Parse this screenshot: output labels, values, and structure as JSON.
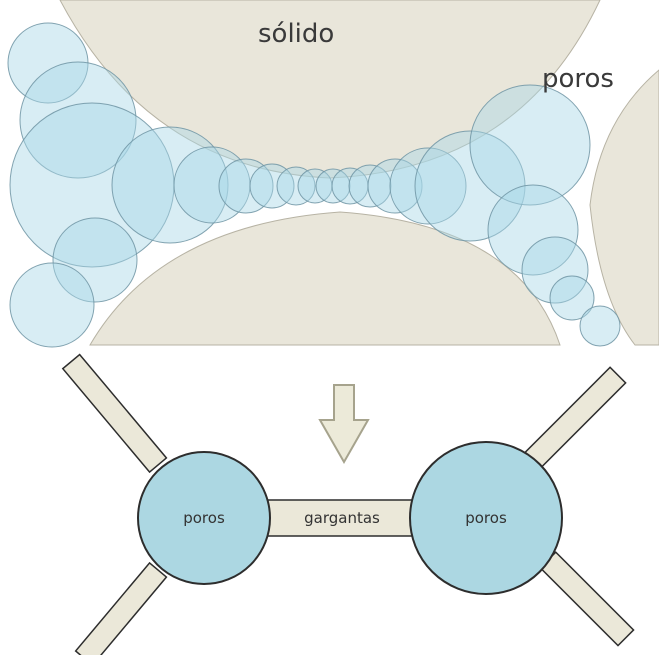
{
  "labels": {
    "solid": "sólido",
    "pores_top": "poros",
    "pore_left": "poros",
    "throats": "gargantas",
    "pore_right": "poros"
  },
  "colors": {
    "solid": "#e9e6da",
    "pore_spheres": "#a8d6e6",
    "network_pores": "#acd7e2",
    "throat": "#ebe8d9",
    "arrow": "#ecead9"
  }
}
